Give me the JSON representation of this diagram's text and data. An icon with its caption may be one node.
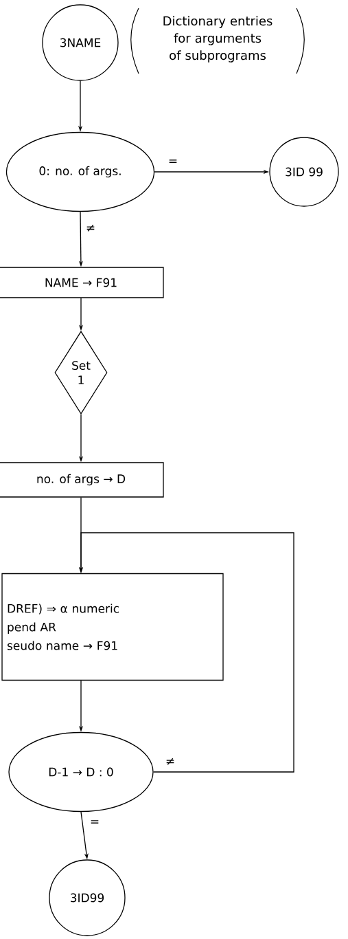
{
  "diagram": {
    "nodes": [
      {
        "text": [
          "3NAME"
        ],
        "beside": [
          "Dictionary entries for arguments of subprograms"
        ]
      },
      {
        "text": [
          "0: no. of args."
        ]
      },
      {
        "text": [
          "3ID 99"
        ]
      },
      {
        "text": [
          "NAME → F91"
        ]
      },
      {
        "text": [
          "Set 1"
        ]
      },
      {
        "text": [
          "no. of args → D"
        ]
      },
      {
        "text": [
          "DREF) ⇒ α numeric",
          "pend AR",
          "seudo name → F91"
        ]
      },
      {
        "text": [
          "D-1 → D : 0"
        ]
      },
      {
        "text": [
          "3ID99"
        ]
      }
    ],
    "edges": [
      {
        "from": 0,
        "to": 1,
        "arrow": "to"
      },
      {
        "from": 1,
        "to": 2,
        "arrow": "to",
        "label": "="
      },
      {
        "from": 1,
        "to": 3,
        "arrow": "to",
        "label": "≠"
      },
      {
        "from": 3,
        "to": 4,
        "arrow": "to"
      },
      {
        "from": 4,
        "to": 5,
        "arrow": "to"
      },
      {
        "from": 5,
        "to": 6,
        "arrow": "to"
      },
      {
        "from": 6,
        "to": 7,
        "arrow": "to"
      },
      {
        "from": 7,
        "to": 6,
        "arrow": "to",
        "label": "≠"
      },
      {
        "from": 7,
        "to": 8,
        "arrow": "to",
        "label": "="
      }
    ]
  }
}
